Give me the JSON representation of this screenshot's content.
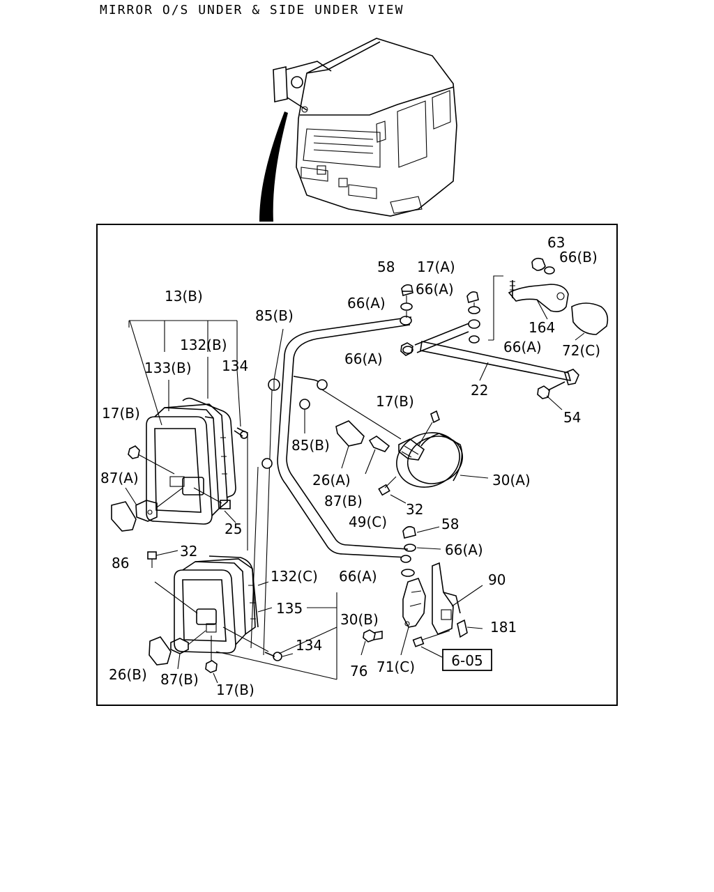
{
  "title": "MIRROR O/S UNDER & SIDE UNDER VIEW",
  "reference_box": "6-05",
  "labels": {
    "l63": "63",
    "l66b": "66(B)",
    "l58a": "58",
    "l17a": "17(A)",
    "l66a1": "66(A)",
    "l66a2": "66(A)",
    "l13b": "13(B)",
    "l85b1": "85(B)",
    "l164": "164",
    "l66a3": "66(A)",
    "l72c": "72(C)",
    "l132b": "132(B)",
    "l66a4": "66(A)",
    "l133b": "133(B)",
    "l134a": "134",
    "l22": "22",
    "l17b1": "17(B)",
    "l54": "54",
    "l85b2": "85(B)",
    "l26a": "26(A)",
    "l30a": "30(A)",
    "l87a": "87(A)",
    "l87b1": "87(B)",
    "l32a": "32",
    "l25": "25",
    "l49c": "49(C)",
    "l58b": "58",
    "l66a5": "66(A)",
    "l86": "86",
    "l32b": "32",
    "l132c": "132(C)",
    "l66a6": "66(A)",
    "l90": "90",
    "l135": "135",
    "l30b": "30(B)",
    "l181": "181",
    "l134b": "134",
    "l76": "76",
    "l71c": "71(C)",
    "l26b": "26(B)",
    "l87b2": "87(B)",
    "l17b2": "17(B)"
  },
  "colors": {
    "line": "#000000",
    "background": "#ffffff"
  }
}
